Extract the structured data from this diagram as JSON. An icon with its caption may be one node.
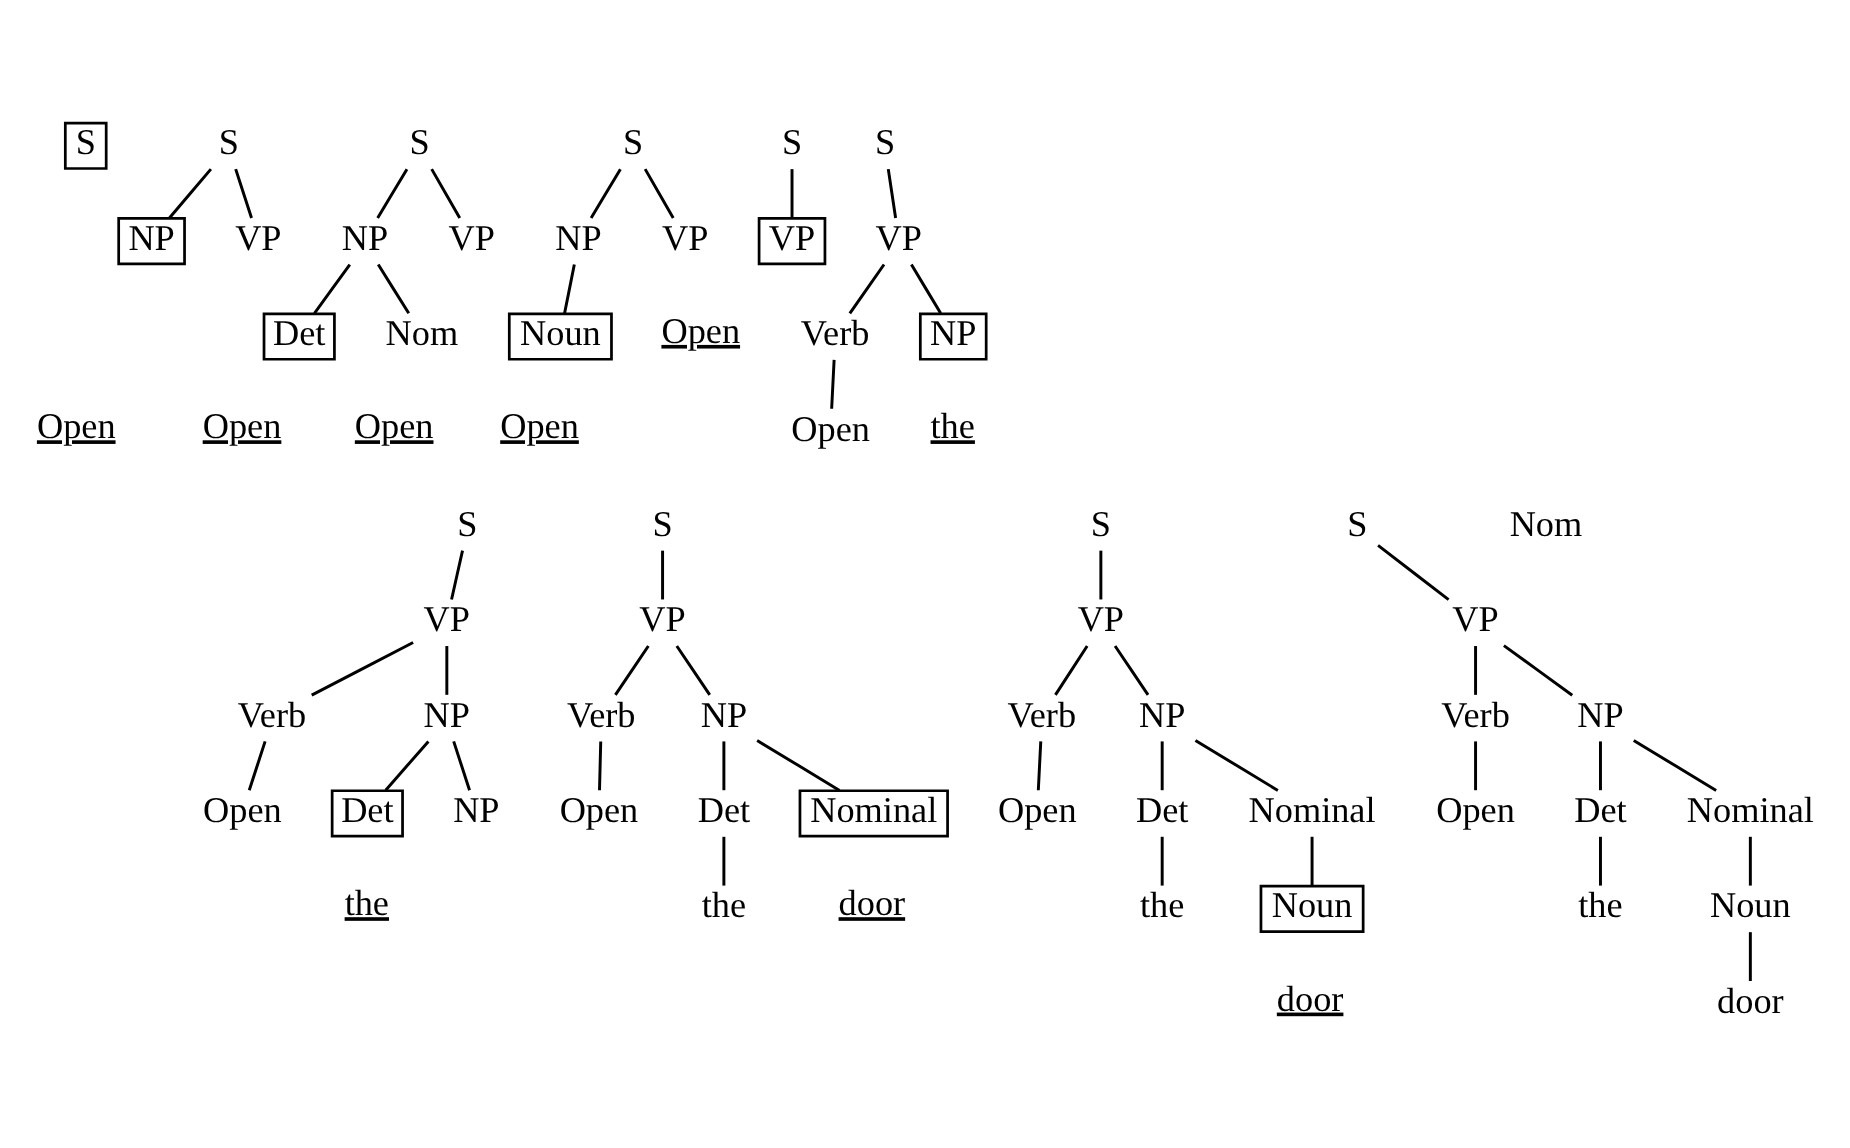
{
  "diagram": {
    "nodes": [
      {
        "text": [
          "S"
        ]
      },
      {
        "text": [
          "S"
        ]
      },
      {
        "text": [
          "NP"
        ]
      },
      {
        "text": [
          "VP"
        ]
      },
      {
        "text": [
          "S"
        ]
      },
      {
        "text": [
          "NP"
        ]
      },
      {
        "text": [
          "VP"
        ]
      },
      {
        "text": [
          "Det"
        ]
      },
      {
        "text": [
          "Nom"
        ]
      },
      {
        "text": [
          "S"
        ]
      },
      {
        "text": [
          "NP"
        ]
      },
      {
        "text": [
          "VP"
        ]
      },
      {
        "text": [
          "Noun"
        ]
      },
      {
        "text": [
          "S"
        ]
      },
      {
        "text": [
          "VP"
        ]
      },
      {
        "text": [
          "S"
        ]
      },
      {
        "text": [
          "VP"
        ]
      },
      {
        "text": [
          "Verb"
        ]
      },
      {
        "text": [
          "NP"
        ]
      },
      {
        "text": [
          "Open"
        ]
      },
      {
        "text": [
          "S"
        ]
      },
      {
        "text": [
          "VP"
        ]
      },
      {
        "text": [
          "Verb"
        ]
      },
      {
        "text": [
          "NP"
        ]
      },
      {
        "text": [
          "Open"
        ]
      },
      {
        "text": [
          "Det"
        ]
      },
      {
        "text": [
          "NP"
        ]
      },
      {
        "text": [
          "S"
        ]
      },
      {
        "text": [
          "VP"
        ]
      },
      {
        "text": [
          "Verb"
        ]
      },
      {
        "text": [
          "NP"
        ]
      },
      {
        "text": [
          "Open"
        ]
      },
      {
        "text": [
          "Det"
        ]
      },
      {
        "text": [
          "Nominal"
        ]
      },
      {
        "text": [
          "the"
        ]
      },
      {
        "text": [
          "S"
        ]
      },
      {
        "text": [
          "VP"
        ]
      },
      {
        "text": [
          "Verb"
        ]
      },
      {
        "text": [
          "NP"
        ]
      },
      {
        "text": [
          "Open"
        ]
      },
      {
        "text": [
          "Det"
        ]
      },
      {
        "text": [
          "Nominal"
        ]
      },
      {
        "text": [
          "the"
        ]
      },
      {
        "text": [
          "Noun"
        ]
      },
      {
        "text": [
          "S"
        ]
      },
      {
        "text": [
          "VP"
        ]
      },
      {
        "text": [
          "Verb"
        ]
      },
      {
        "text": [
          "NP"
        ]
      },
      {
        "text": [
          "Open"
        ]
      },
      {
        "text": [
          "Det"
        ]
      },
      {
        "text": [
          "Nominal"
        ]
      },
      {
        "text": [
          "the"
        ]
      },
      {
        "text": [
          "Noun"
        ]
      },
      {
        "text": [
          "door"
        ]
      }
    ],
    "edges": [
      {
        "from": 1,
        "to": 2,
        "arrow": "none"
      },
      {
        "from": 1,
        "to": 3,
        "arrow": "none"
      },
      {
        "from": 4,
        "to": 5,
        "arrow": "none"
      },
      {
        "from": 4,
        "to": 6,
        "arrow": "none"
      },
      {
        "from": 5,
        "to": 7,
        "arrow": "none"
      },
      {
        "from": 5,
        "to": 8,
        "arrow": "none"
      },
      {
        "from": 9,
        "to": 10,
        "arrow": "none"
      },
      {
        "from": 9,
        "to": 11,
        "arrow": "none"
      },
      {
        "from": 10,
        "to": 12,
        "arrow": "none"
      },
      {
        "from": 13,
        "to": 14,
        "arrow": "none"
      },
      {
        "from": 15,
        "to": 16,
        "arrow": "none"
      },
      {
        "from": 16,
        "to": 17,
        "arrow": "none"
      },
      {
        "from": 16,
        "to": 18,
        "arrow": "none"
      },
      {
        "from": 17,
        "to": 19,
        "arrow": "none"
      },
      {
        "from": 20,
        "to": 21,
        "arrow": "none"
      },
      {
        "from": 21,
        "to": 22,
        "arrow": "none"
      },
      {
        "from": 21,
        "to": 23,
        "arrow": "none"
      },
      {
        "from": 22,
        "to": 24,
        "arrow": "none"
      },
      {
        "from": 23,
        "to": 25,
        "arrow": "none"
      },
      {
        "from": 23,
        "to": 26,
        "arrow": "none"
      },
      {
        "from": 27,
        "to": 28,
        "arrow": "none"
      },
      {
        "from": 28,
        "to": 29,
        "arrow": "none"
      },
      {
        "from": 28,
        "to": 30,
        "arrow": "none"
      },
      {
        "from": 29,
        "to": 31,
        "arrow": "none"
      },
      {
        "from": 30,
        "to": 32,
        "arrow": "none"
      },
      {
        "from": 30,
        "to": 33,
        "arrow": "none"
      },
      {
        "from": 32,
        "to": 34,
        "arrow": "none"
      },
      {
        "from": 35,
        "to": 36,
        "arrow": "none"
      },
      {
        "from": 36,
        "to": 37,
        "arrow": "none"
      },
      {
        "from": 36,
        "to": 38,
        "arrow": "none"
      },
      {
        "from": 37,
        "to": 39,
        "arrow": "none"
      },
      {
        "from": 38,
        "to": 40,
        "arrow": "none"
      },
      {
        "from": 38,
        "to": 41,
        "arrow": "none"
      },
      {
        "from": 40,
        "to": 42,
        "arrow": "none"
      },
      {
        "from": 41,
        "to": 43,
        "arrow": "none"
      },
      {
        "from": 44,
        "to": 45,
        "arrow": "none"
      },
      {
        "from": 45,
        "to": 46,
        "arrow": "none"
      },
      {
        "from": 45,
        "to": 47,
        "arrow": "none"
      },
      {
        "from": 46,
        "to": 48,
        "arrow": "none"
      },
      {
        "from": 47,
        "to": 49,
        "arrow": "none"
      },
      {
        "from": 47,
        "to": 50,
        "arrow": "none"
      },
      {
        "from": 49,
        "to": 51,
        "arrow": "none"
      },
      {
        "from": 50,
        "to": 52,
        "arrow": "none"
      },
      {
        "from": 52,
        "to": 53,
        "arrow": "none"
      }
    ],
    "labels": [
      "Open",
      "Open",
      "Open",
      "Open",
      "Open",
      "the",
      "the",
      "door",
      "door",
      "Nom"
    ]
  }
}
